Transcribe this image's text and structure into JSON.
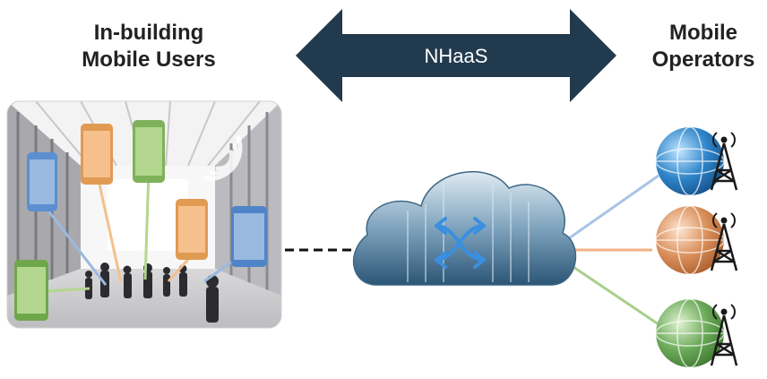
{
  "headings": {
    "left_line1": "In-building",
    "left_line2": "Mobile Users",
    "right_line1": "Mobile",
    "right_line2": "Operators"
  },
  "arrow": {
    "label": "NHaaS",
    "color": "#223a4e"
  },
  "icons": {
    "building": "building-interior-photo",
    "phones": [
      "phone-icon",
      "phone-icon",
      "phone-icon",
      "phone-icon",
      "phone-icon",
      "phone-icon"
    ],
    "cloud": "data-center-cloud-icon",
    "cloud_symbol": "crossing-arrows-icon",
    "operators": [
      "globe-tower-icon",
      "globe-tower-icon",
      "globe-tower-icon"
    ]
  },
  "colors": {
    "phone_blue": "#9ab9e0",
    "phone_orange": "#f5c08c",
    "phone_green": "#b3d78f",
    "globe_blue": "#2d84c8",
    "globe_orange": "#d98e5a",
    "globe_green": "#6aa958"
  }
}
